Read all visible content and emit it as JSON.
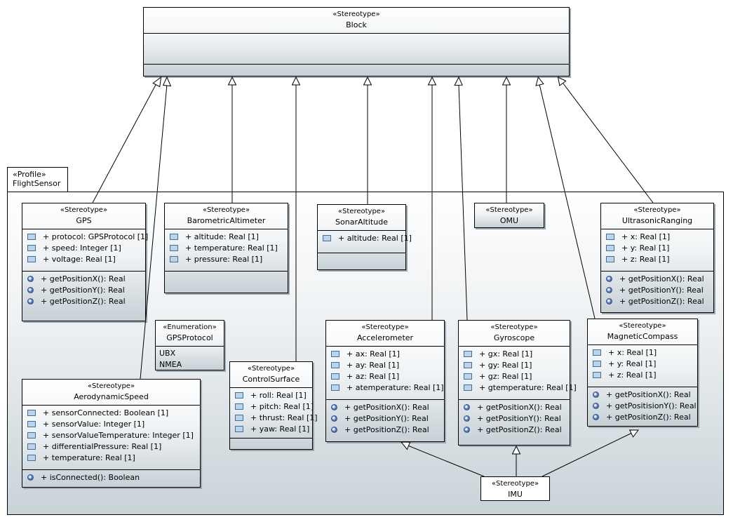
{
  "block": {
    "stereotype": "«Stereotype»",
    "name": "Block"
  },
  "profile": {
    "stereotype": "«Profile»",
    "name": "FlightSensor"
  },
  "classes": {
    "gps": {
      "stereotype": "«Stereotype»",
      "name": "GPS",
      "attributes": [
        "+ protocol: GPSProtocol [1]",
        "+ speed: Integer [1]",
        "+ voltage: Real [1]"
      ],
      "operations": [
        "+ getPositionX(): Real",
        "+ getPositionY(): Real",
        "+ getPositionZ(): Real"
      ]
    },
    "baro": {
      "stereotype": "«Stereotype»",
      "name": "BarometricAltimeter",
      "attributes": [
        "+ altitude: Real [1]",
        "+ temperature: Real [1]",
        "+ pressure: Real [1]"
      ]
    },
    "sonar": {
      "stereotype": "«Stereotype»",
      "name": "SonarAltitude",
      "attributes": [
        "+ altitude: Real [1]"
      ]
    },
    "omu": {
      "stereotype": "«Stereotype»",
      "name": "OMU"
    },
    "ultra": {
      "stereotype": "«Stereotype»",
      "name": "UltrasonicRanging",
      "attributes": [
        "+ x: Real [1]",
        "+ y: Real [1]",
        "+ z: Real [1]"
      ],
      "operations": [
        "+ getPositionX(): Real",
        "+ getPositionY(): Real",
        "+ getPositionZ(): Real"
      ]
    },
    "gpsproto": {
      "stereotype": "«Enumeration»",
      "name": "GPSProtocol",
      "literals": [
        "UBX",
        "NMEA"
      ]
    },
    "aero": {
      "stereotype": "«Stereotype»",
      "name": "AerodynamicSpeed",
      "attributes": [
        "+ sensorConnected: Boolean [1]",
        "+ sensorValue: Integer [1]",
        "+ sensorValueTemperature: Integer [1]",
        "+ differentialPressure: Real [1]",
        "+ temperature: Real [1]"
      ],
      "operations": [
        "+ isConnected(): Boolean"
      ]
    },
    "ctrl": {
      "stereotype": "«Stereotype»",
      "name": "ControlSurface",
      "attributes": [
        "+ roll: Real [1]",
        "+ pitch: Real [1]",
        "+ thrust: Real [1]",
        "+ yaw: Real [1]"
      ]
    },
    "accel": {
      "stereotype": "«Stereotype»",
      "name": "Accelerometer",
      "attributes": [
        "+ ax: Real [1]",
        "+ ay: Real [1]",
        "+ az: Real [1]",
        "+ atemperature: Real [1]"
      ],
      "operations": [
        "+ getPositionX(): Real",
        "+ getPositionY(): Real",
        "+ getPositionZ(): Real"
      ]
    },
    "gyro": {
      "stereotype": "«Stereotype»",
      "name": "Gyroscope",
      "attributes": [
        "+ gx: Real [1]",
        "+ gy: Real [1]",
        "+ gz: Real [1]",
        "+ gtemperature: Real [1]"
      ],
      "operations": [
        "+ getPositionX(): Real",
        "+ getPositionY(): Real",
        "+ getPositionZ(): Real"
      ]
    },
    "mag": {
      "stereotype": "«Stereotype»",
      "name": "MagneticCompass",
      "attributes": [
        "+ x: Real [1]",
        "+ y: Real [1]",
        "+ z: Real [1]"
      ],
      "operations": [
        "+ getPositionX(): Real",
        "+ getPositisionY(): Real",
        "+ getPositionZ(): Real"
      ]
    },
    "imu": {
      "stereotype": "«Stereotype»",
      "name": "IMU"
    }
  }
}
